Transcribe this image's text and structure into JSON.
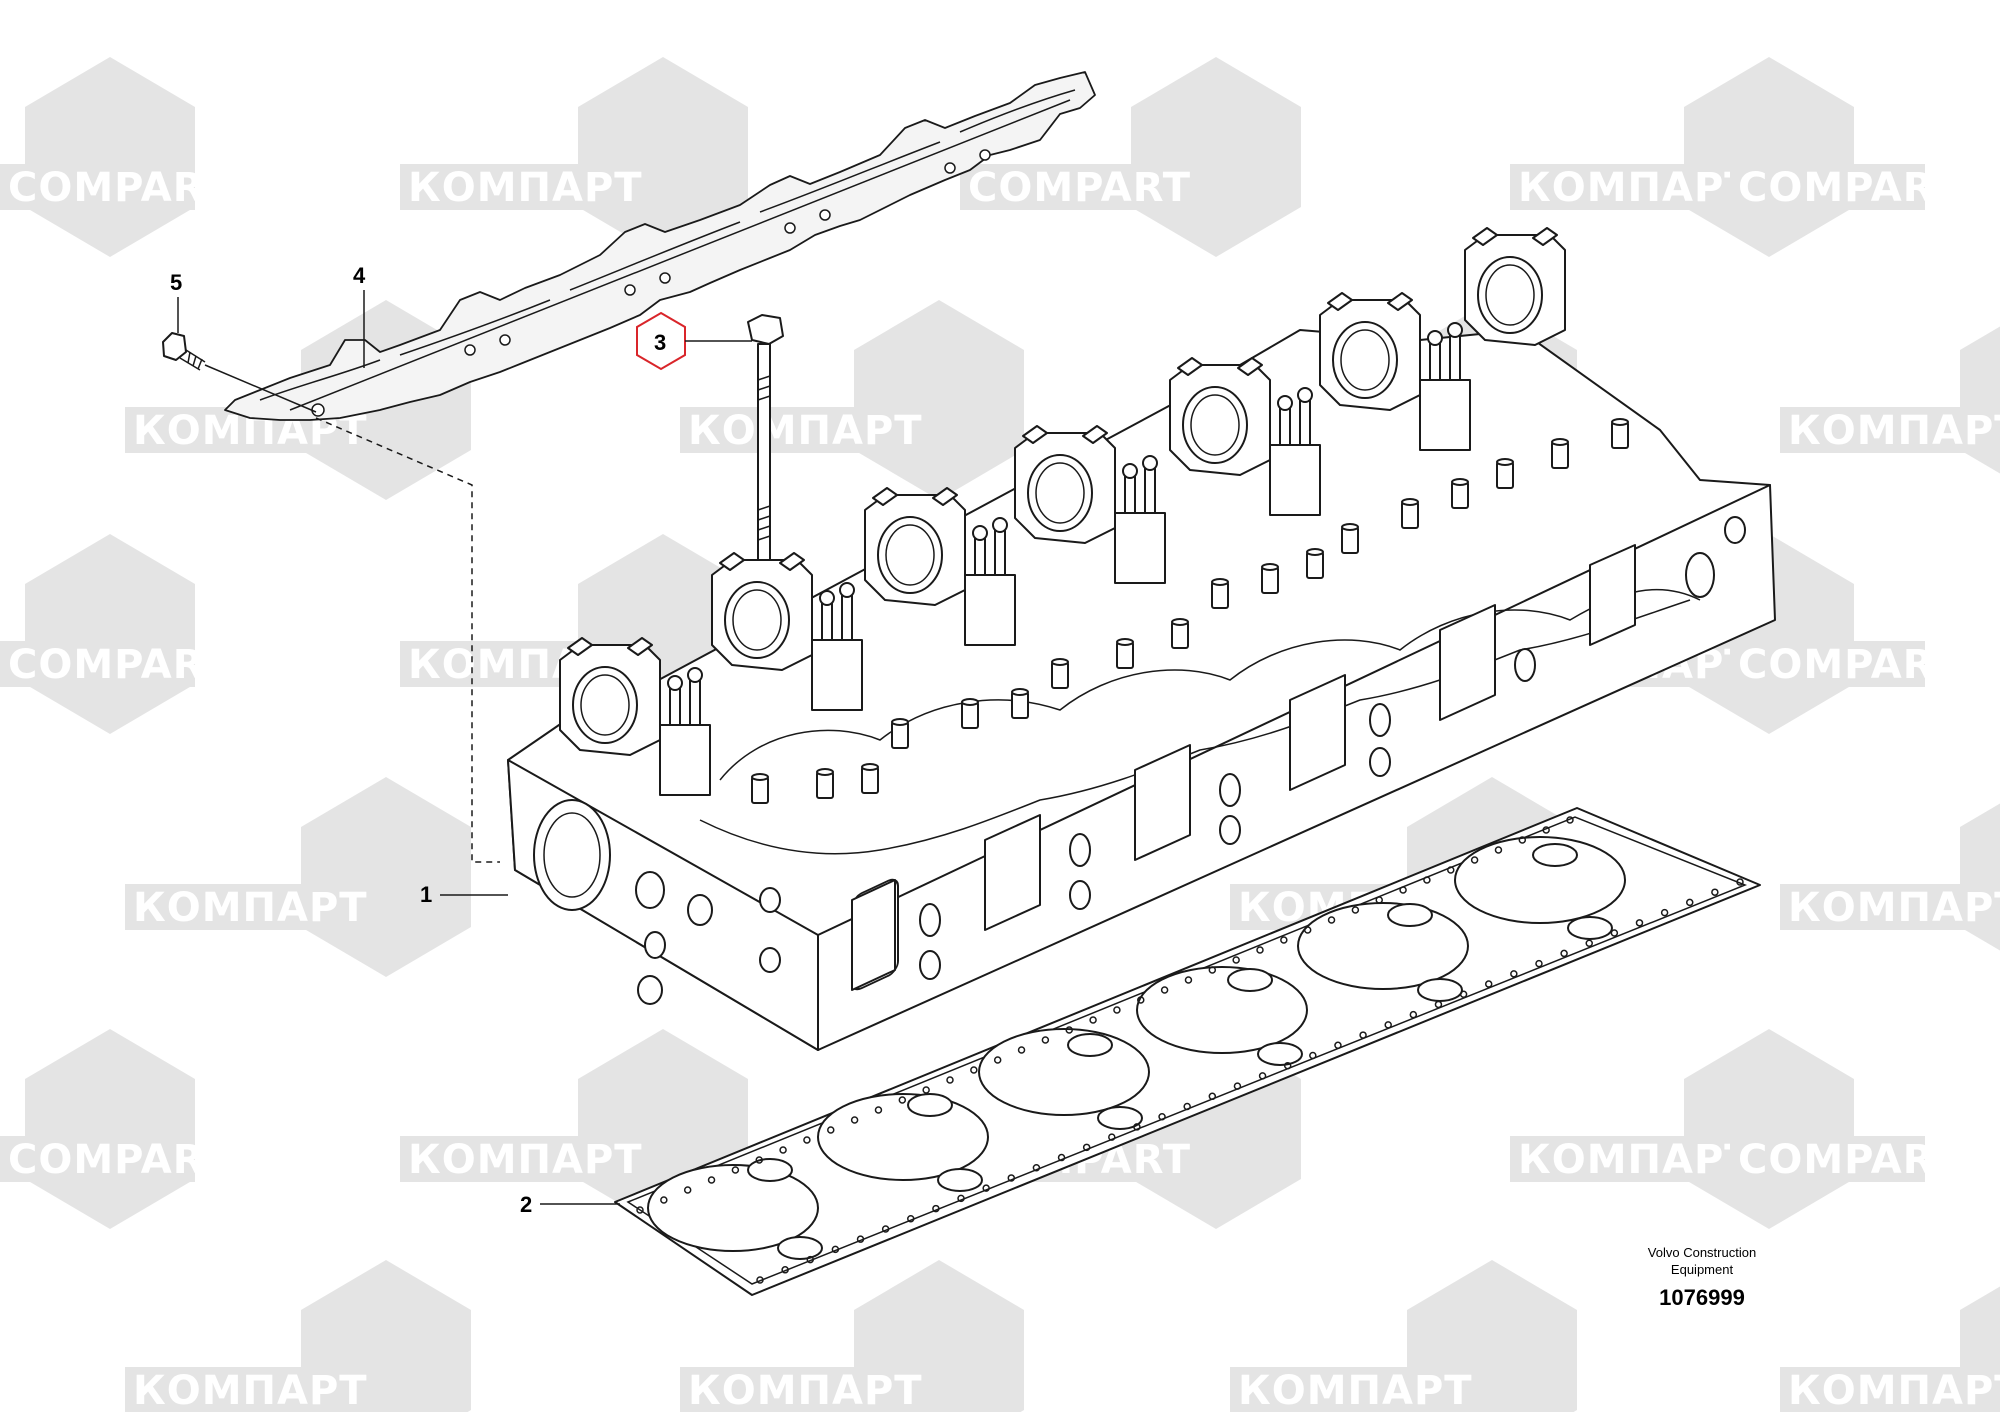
{
  "watermarks": {
    "text_latin": "COMPART",
    "text_cyrillic": "КОМПАРТ",
    "color": "#e4e4e4"
  },
  "callouts": [
    {
      "id": "1",
      "label": "1"
    },
    {
      "id": "2",
      "label": "2"
    },
    {
      "id": "3",
      "label": "3",
      "highlight_color": "#d9252a"
    },
    {
      "id": "4",
      "label": "4"
    },
    {
      "id": "5",
      "label": "5"
    }
  ],
  "footer": {
    "brand_line1": "Volvo Construction",
    "brand_line2": "Equipment",
    "drawing_number": "1076999"
  },
  "icons": {
    "part_1": "cylinder-head-icon",
    "part_2": "head-gasket-icon",
    "part_3": "head-bolt-icon",
    "part_4": "rail-bracket-icon",
    "part_5": "flange-screw-icon"
  }
}
